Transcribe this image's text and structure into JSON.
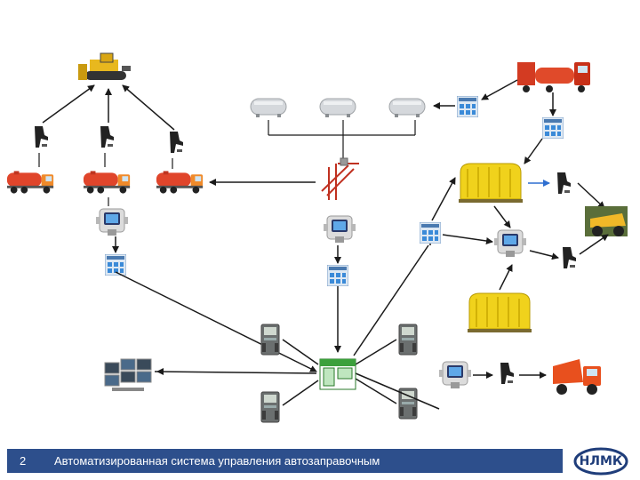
{
  "footer": {
    "page_number": "2",
    "title": "Автоматизированная система управления автозаправочным"
  },
  "logo": {
    "text": "НЛМК"
  },
  "colors": {
    "footer_bar": "#2d4f8c",
    "arrow": "#1a1a1a",
    "blue_arrow": "#2f6fd0",
    "tanker": "#e0452b",
    "tank_yellow": "#f0d21c",
    "station_green": "#3ca03c"
  }
}
